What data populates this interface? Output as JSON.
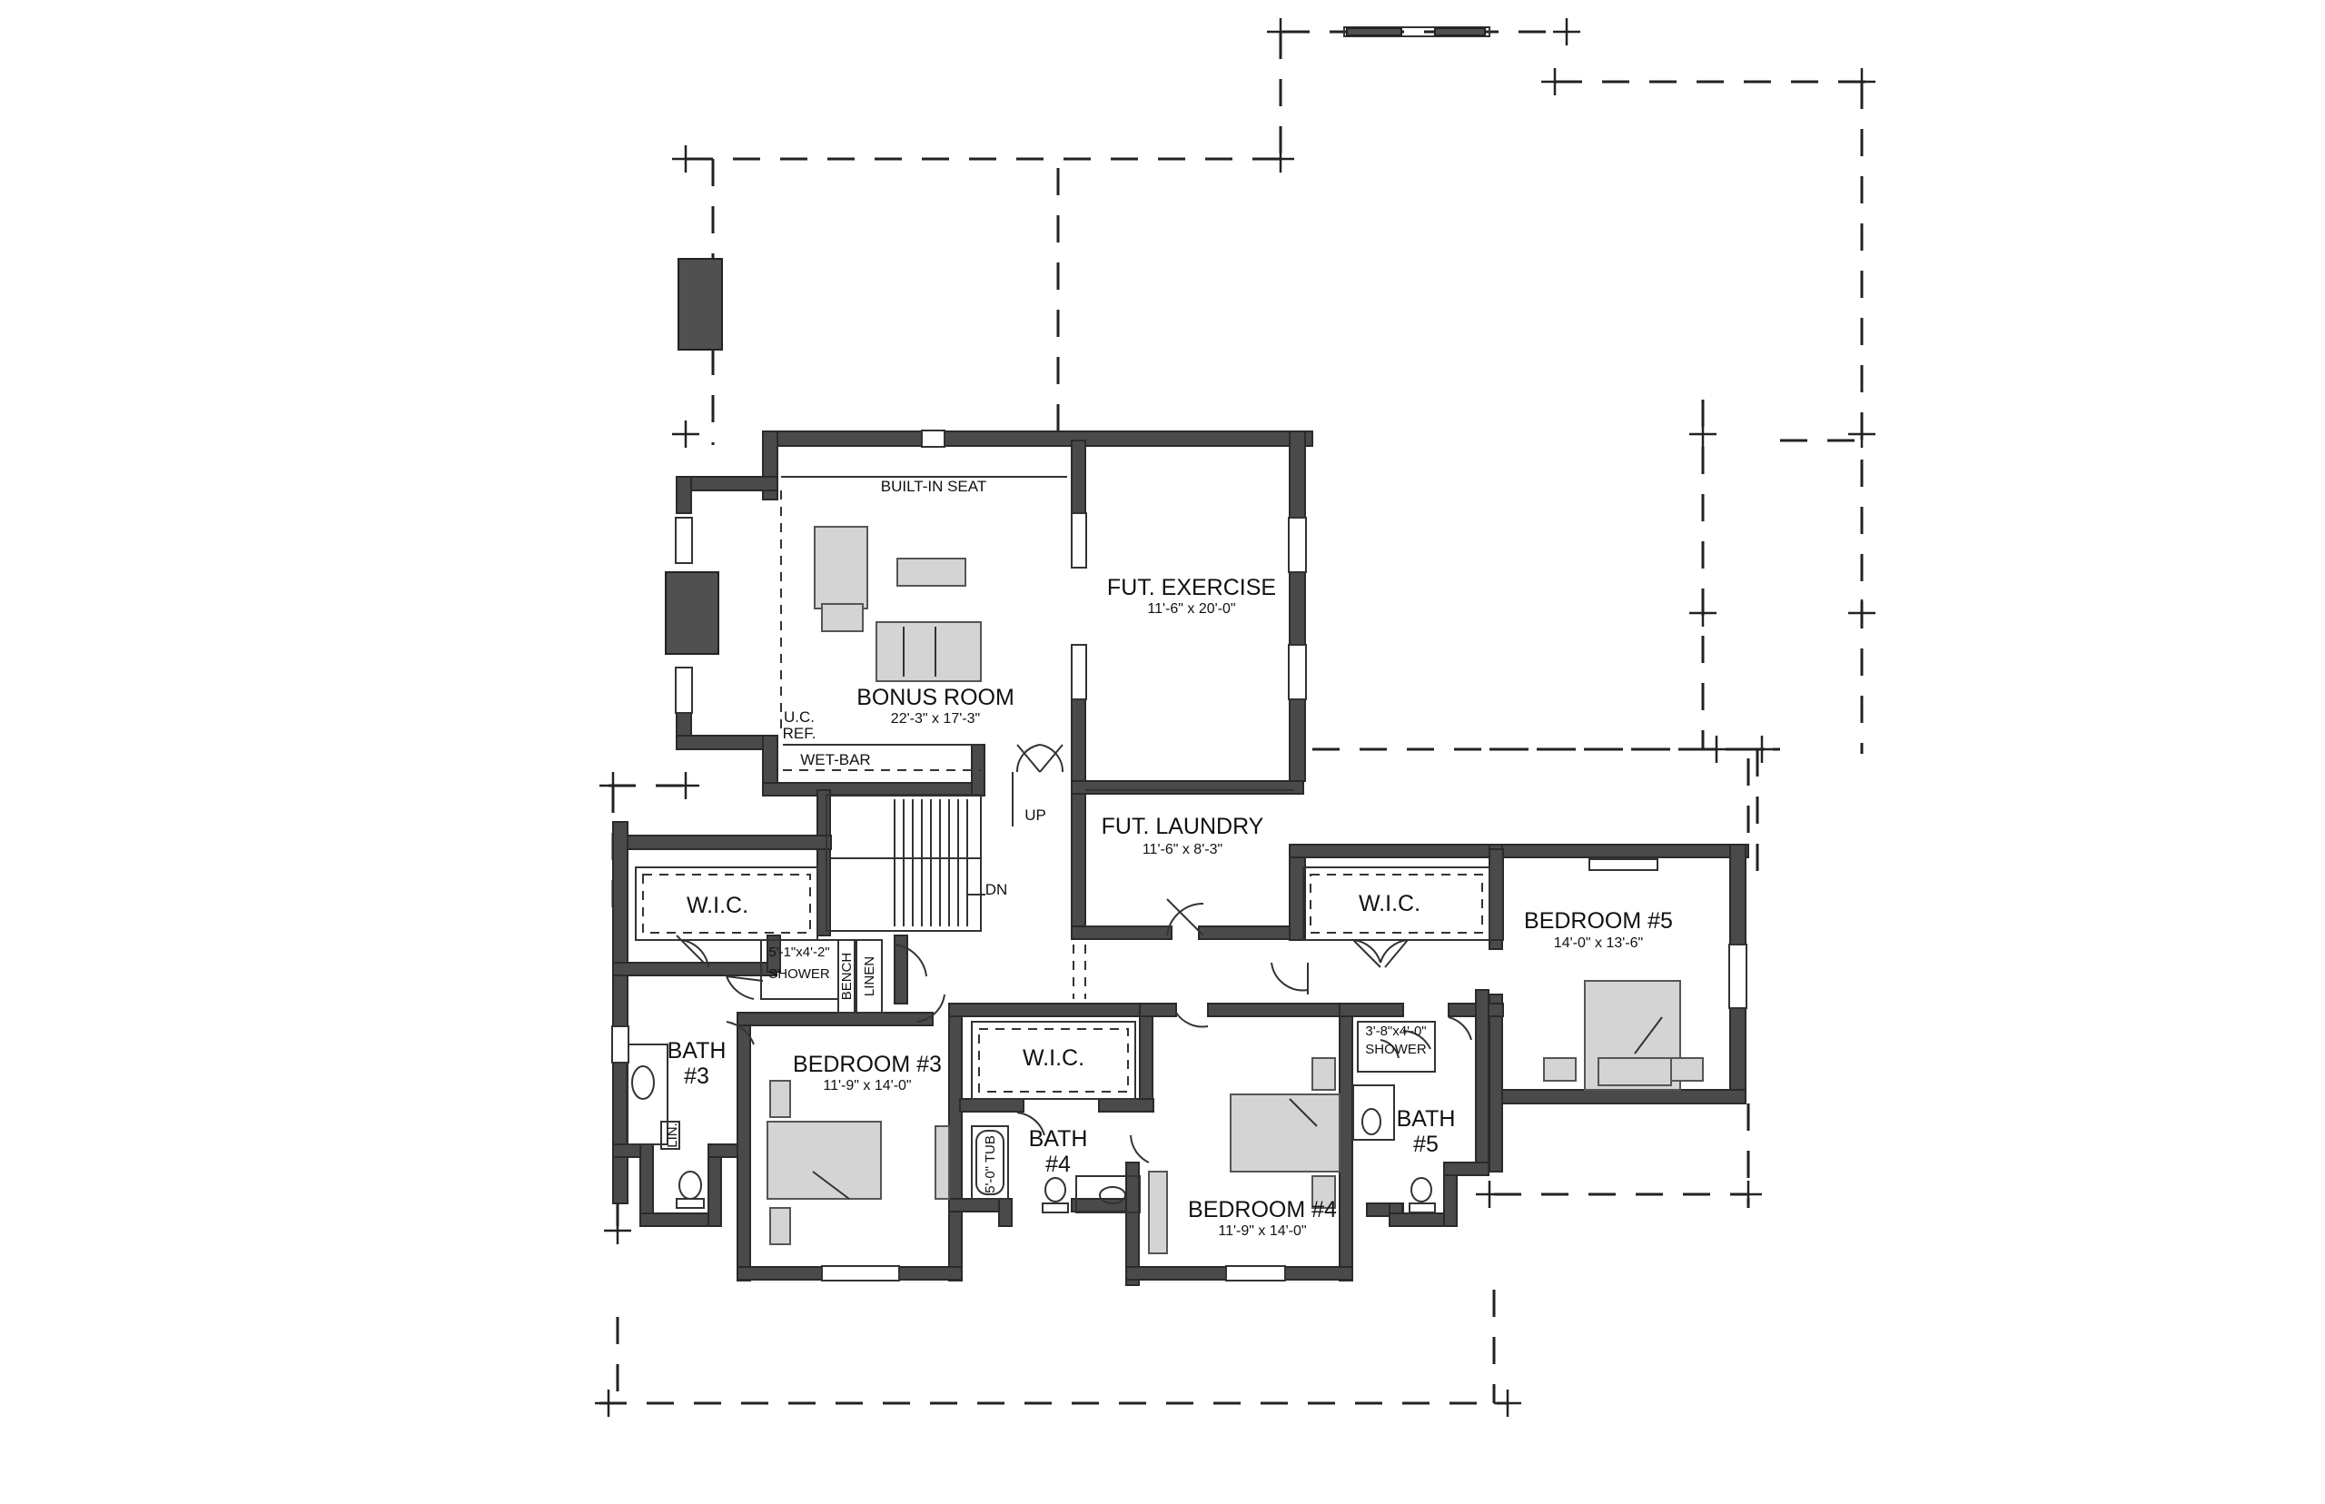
{
  "rooms": {
    "bonus": {
      "name": "BONUS ROOM",
      "dims": "22'-3\" x 17'-3\""
    },
    "exercise": {
      "name": "FUT. EXERCISE",
      "dims": "11'-6\" x 20'-0\""
    },
    "laundry": {
      "name": "FUT. LAUNDRY",
      "dims": "11'-6\" x 8'-3\""
    },
    "bedroom3": {
      "name": "BEDROOM #3",
      "dims": "11'-9\" x 14'-0\""
    },
    "bedroom4": {
      "name": "BEDROOM #4",
      "dims": "11'-9\" x 14'-0\""
    },
    "bedroom5": {
      "name": "BEDROOM #5",
      "dims": "14'-0\" x 13'-6\""
    },
    "bath3": {
      "line1": "BATH",
      "line2": "#3"
    },
    "bath4": {
      "line1": "BATH",
      "line2": "#4"
    },
    "bath5": {
      "line1": "BATH",
      "line2": "#5"
    },
    "wic_left": "W.I.C.",
    "wic_mid": "W.I.C.",
    "wic_right": "W.I.C."
  },
  "labels": {
    "built_in_seat": "BUILT-IN SEAT",
    "uc": "U.C.",
    "ref": "REF.",
    "wet_bar": "WET-BAR",
    "up": "UP",
    "dn": "DN",
    "shower3_dims": "5'-1\"x4'-2\"",
    "shower3": "SHOWER",
    "bench": "BENCH",
    "linen": "LINEN",
    "lin": "LIN.",
    "tub": "5'-0\" TUB",
    "shower5_dims": "3'-8\"x4'-0\"",
    "shower5": "SHOWER"
  },
  "colors": {
    "wall": "#4a4a4a",
    "furniture": "#d4d4d4",
    "line": "#222222"
  }
}
